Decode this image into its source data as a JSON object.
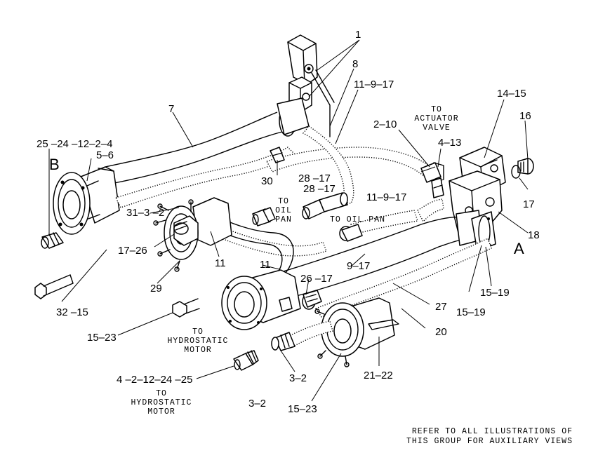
{
  "callouts": {
    "c1": "1",
    "c8": "8",
    "c11_9_17_top": "11–9–17",
    "c7": "7",
    "c2_10": "2–10",
    "c14_15": "14–15",
    "c16": "16",
    "c25_24_12_2_4": "25 –24 –12–2–4",
    "c5_6": "5–6",
    "cB": "B",
    "c4_13": "4–13",
    "c30": "30",
    "c28_17a": "28 –17",
    "c28_17b": "28 –17",
    "c11_9_17_mid": "11–9–17",
    "c17": "17",
    "c31_3_2": "31–3 –2",
    "c18": "18",
    "cA": "A",
    "c17_26": "17–26",
    "c11a": "11",
    "c11b": "11",
    "c9_17": "9–17",
    "c26_17": "26 –17",
    "c29": "29",
    "c15_19a": "15–19",
    "c15_19b": "15–19",
    "c27": "27",
    "c32_15": "32 –15",
    "c15_23a": "15–23",
    "c20": "20",
    "c3_2a": "3–2",
    "c21_22": "21–22",
    "c4_2_12_24_25": "4 –2–12–24 –25",
    "c3_2b": "3–2",
    "c15_23b": "15–23"
  },
  "notes": {
    "to_actuator_valve": [
      "TO",
      "ACTUATOR",
      "VALVE"
    ],
    "to_oil_pan_a": [
      "TO",
      "OIL",
      "PAN"
    ],
    "to_oil_pan_b": "TO OIL PAN",
    "to_hydrostatic_motor_a": [
      "TO",
      "HYDROSTATIC",
      "MOTOR"
    ],
    "to_hydrostatic_motor_b": [
      "TO",
      "HYDROSTATIC",
      "MOTOR"
    ],
    "refer": [
      "REFER TO ALL ILLUSTRATIONS OF",
      "THIS GROUP FOR AUXILIARY VIEWS"
    ]
  }
}
